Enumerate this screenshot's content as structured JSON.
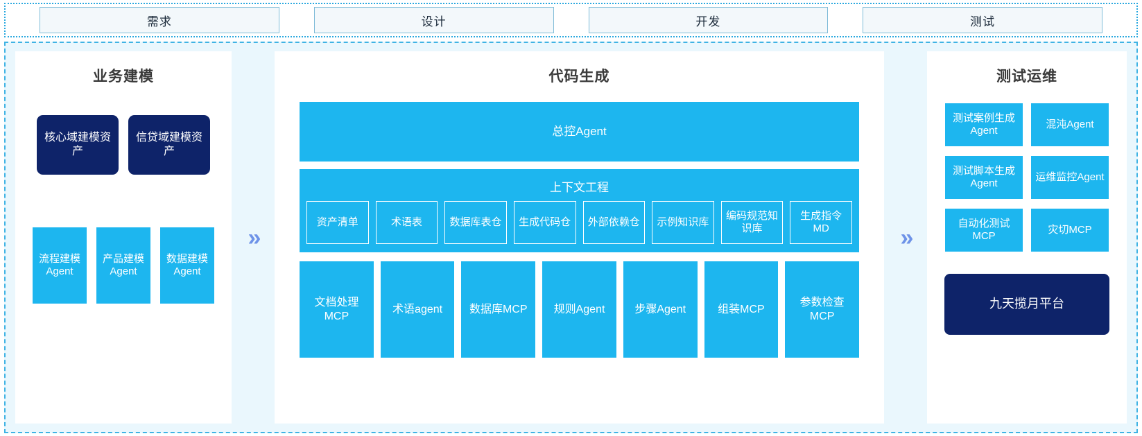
{
  "colors": {
    "blue": "#1db6ef",
    "navy": "#0e2369",
    "chevron": "#6e93e8",
    "frame_border": "#3fb3e4",
    "body_bg": "#eaf7fd"
  },
  "stages": [
    {
      "label": "需求"
    },
    {
      "label": "设计"
    },
    {
      "label": "开发"
    },
    {
      "label": "测试"
    }
  ],
  "separators": {
    "left_chevron": "»",
    "right_chevron": "»"
  },
  "left_panel": {
    "title": "业务建模",
    "assets": [
      {
        "label": "核心域建模资产"
      },
      {
        "label": "信贷域建模资产"
      }
    ],
    "agents": [
      {
        "label": "流程建模Agent"
      },
      {
        "label": "产品建模Agent"
      },
      {
        "label": "数据建模Agent"
      }
    ]
  },
  "center_panel": {
    "title": "代码生成",
    "master_agent": "总控Agent",
    "context_engineering": {
      "title": "上下文工程",
      "items": [
        {
          "label": "资产清单"
        },
        {
          "label": "术语表"
        },
        {
          "label": "数据库表仓"
        },
        {
          "label": "生成代码仓"
        },
        {
          "label": "外部依赖仓"
        },
        {
          "label": "示例知识库"
        },
        {
          "label": "编码规范知识库"
        },
        {
          "label": "生成指令MD"
        }
      ]
    },
    "tools": [
      {
        "label": "文档处理MCP"
      },
      {
        "label": "术语agent"
      },
      {
        "label": "数据库MCP"
      },
      {
        "label": "规则Agent"
      },
      {
        "label": "步骤Agent"
      },
      {
        "label": "组装MCP"
      },
      {
        "label": "参数检查MCP"
      }
    ]
  },
  "right_panel": {
    "title": "测试运维",
    "items": [
      {
        "label": "测试案例生成Agent"
      },
      {
        "label": "混沌Agent"
      },
      {
        "label": "测试脚本生成Agent"
      },
      {
        "label": "运维监控Agent"
      },
      {
        "label": "自动化测试MCP"
      },
      {
        "label": "灾切MCP"
      }
    ],
    "platform": "九天揽月平台"
  }
}
